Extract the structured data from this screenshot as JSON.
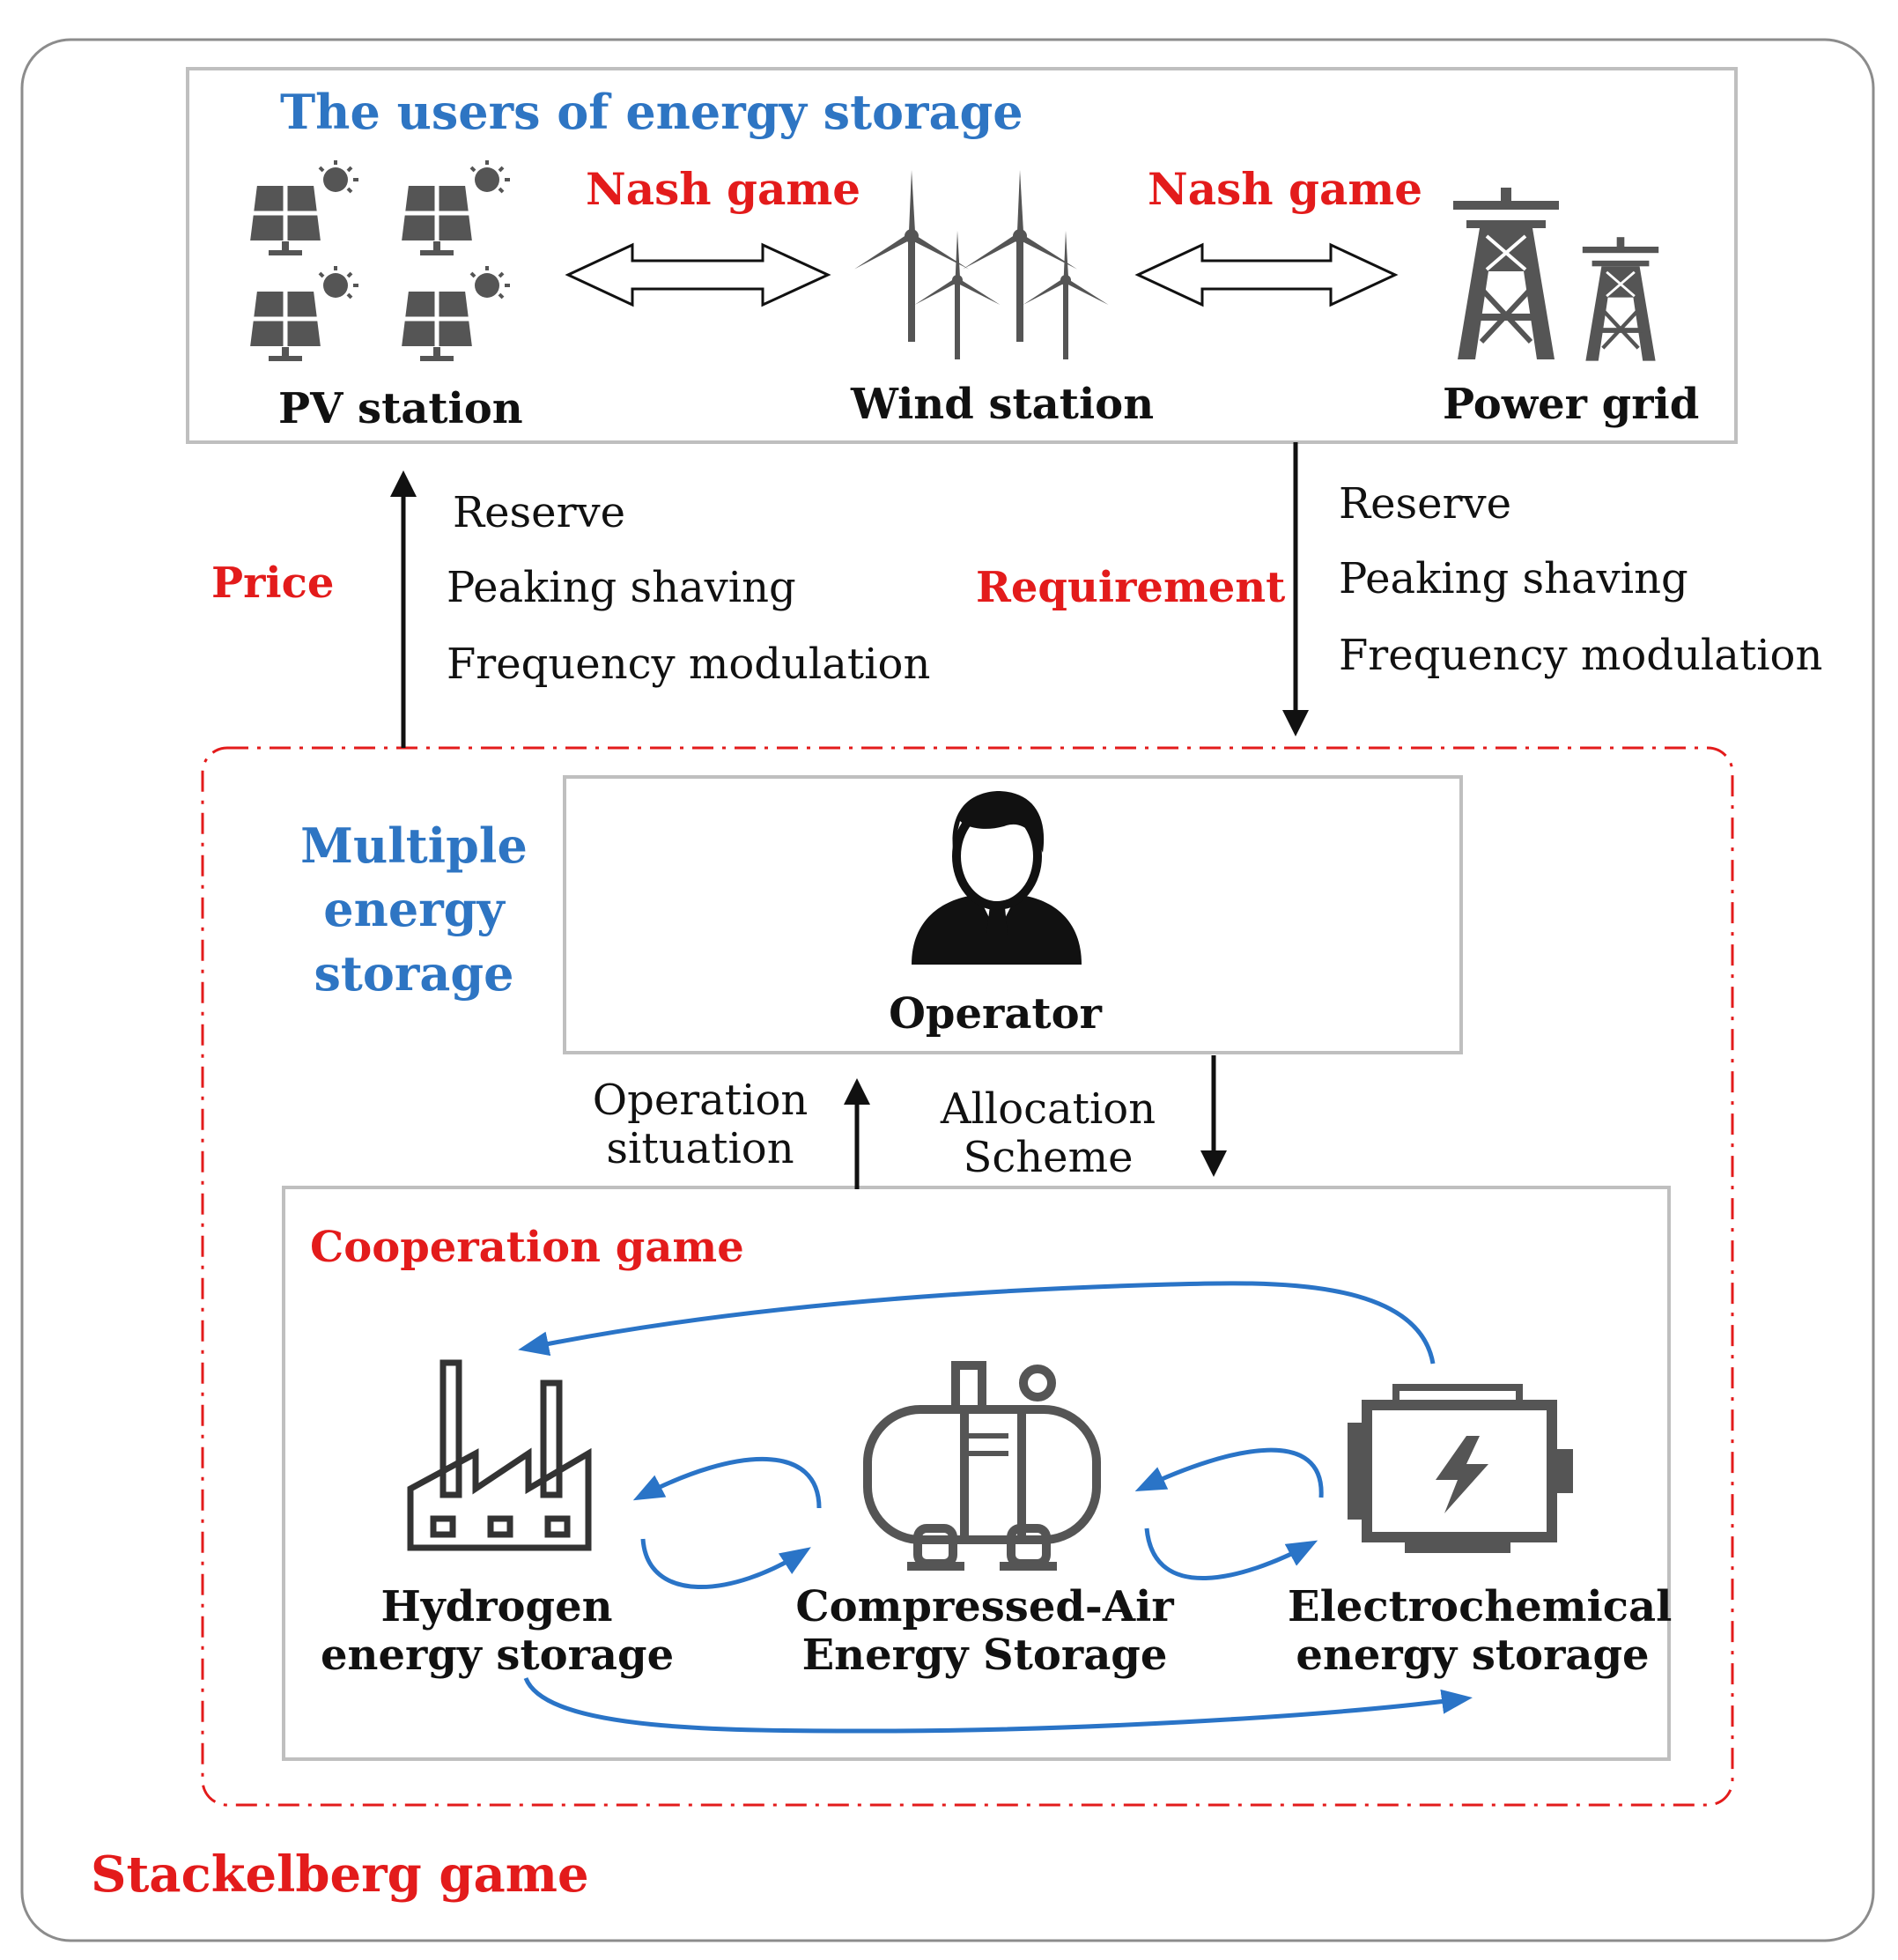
{
  "users_section": {
    "title": "The users of energy storage",
    "nash_left": "Nash game",
    "nash_right": "Nash game",
    "pv_label": "PV station",
    "wind_label": "Wind station",
    "grid_label": "Power grid"
  },
  "flows": {
    "price_label": "Price",
    "requirement_label": "Requirement",
    "left_services": [
      "Reserve",
      "Peaking shaving",
      "Frequency modulation"
    ],
    "right_services": [
      "Reserve",
      "Peaking shaving",
      "Frequency modulation"
    ]
  },
  "storage_section": {
    "title_lines": [
      "Multiple",
      "energy",
      "storage"
    ],
    "operator_label": "Operator",
    "operation_lines": [
      "Operation",
      "situation"
    ],
    "allocation_lines": [
      "Allocation",
      "Scheme"
    ]
  },
  "cooperation": {
    "title": "Cooperation game",
    "hydrogen_lines": [
      "Hydrogen",
      "energy storage"
    ],
    "caes_lines": [
      "Compressed-Air",
      "Energy Storage"
    ],
    "electro_lines": [
      "Electrochemical",
      "energy storage"
    ]
  },
  "footer": {
    "stackelberg": "Stackelberg game"
  },
  "colors": {
    "blue": "#2e75c3",
    "red": "#e31b1b",
    "icon_gray": "#555555",
    "box_gray": "#bfbfbf",
    "arrow_blue": "#2a74c7"
  },
  "icons": [
    "solar-panel-icon",
    "wind-turbine-icon",
    "power-tower-icon",
    "operator-icon",
    "factory-icon",
    "air-compressor-icon",
    "battery-motor-icon"
  ]
}
